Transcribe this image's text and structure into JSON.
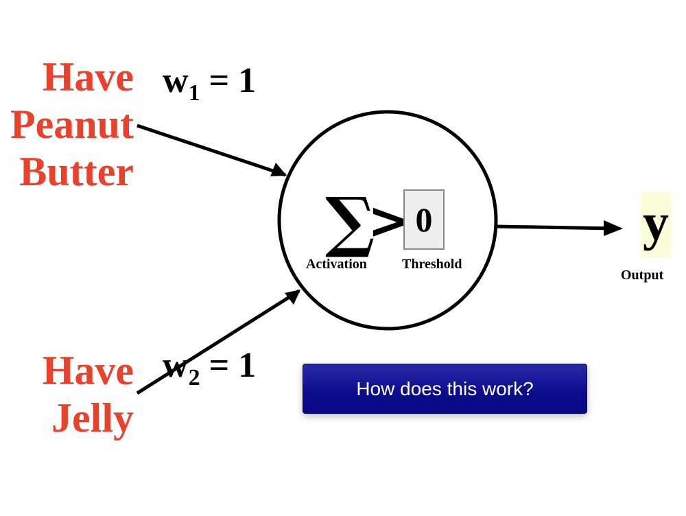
{
  "inputs": [
    {
      "lines": [
        "Have",
        "Peanut",
        "Butter"
      ]
    },
    {
      "lines": [
        "Have",
        "Jelly"
      ]
    }
  ],
  "weights": [
    {
      "base": "w",
      "sub": "1",
      "rest": " = 1"
    },
    {
      "base": "w",
      "sub": "2",
      "rest": " = 1"
    }
  ],
  "neuron": {
    "sigma": "∑",
    "operator": ">",
    "threshold_value": "0",
    "activation_label": "Activation",
    "threshold_label": "Threshold"
  },
  "output": {
    "symbol": "y",
    "label": "Output"
  },
  "button": {
    "label": "How does this work?"
  },
  "colors": {
    "input_text": "#e8412c",
    "button_bg": "#0b0b8c",
    "output_highlight": "#fbfcd8"
  }
}
